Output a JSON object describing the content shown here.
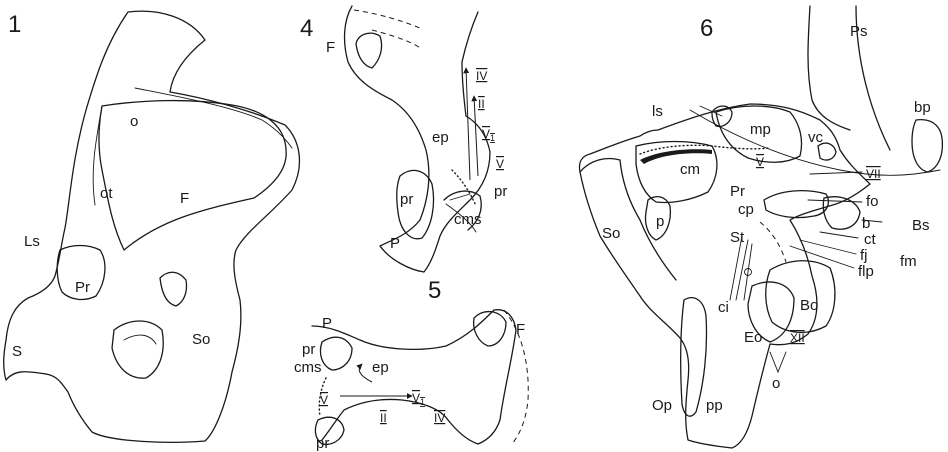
{
  "figures": {
    "f1": {
      "number": "1",
      "labels": {
        "o": "o",
        "ot": "ot",
        "F": "F",
        "Ls": "Ls",
        "Pr": "Pr",
        "S": "S",
        "So": "So"
      }
    },
    "f4": {
      "number": "4",
      "labels": {
        "F": "F",
        "IV": "IV",
        "II": "II",
        "V1": "V",
        "V1_sub": "1",
        "V": "V",
        "ep": "ep",
        "pr_a": "pr",
        "pr_b": "pr",
        "cms": "cms",
        "P": "P"
      }
    },
    "f5": {
      "number": "5",
      "labels": {
        "P": "P",
        "F": "F",
        "pr_a": "pr",
        "cms": "cms",
        "ep": "ep",
        "V": "V",
        "V1": "V",
        "V1_sub": "1",
        "II": "II",
        "IV": "IV",
        "pr_b": "pr"
      }
    },
    "f6": {
      "number": "6",
      "labels": {
        "Ps": "Ps",
        "bp": "bp",
        "ls": "ls",
        "mp": "mp",
        "vc": "vc",
        "cm": "cm",
        "V": "V",
        "Pr": "Pr",
        "VII": "VII",
        "fo": "fo",
        "cp": "cp",
        "b": "b",
        "Bs": "Bs",
        "So": "So",
        "p": "p",
        "St": "St",
        "ct": "ct",
        "fj": "fj",
        "flp": "flp",
        "fm": "fm",
        "ci": "ci",
        "Bo": "Bo",
        "Eo": "Eo",
        "XII": "XII",
        "o": "o",
        "Op": "Op",
        "pp": "pp"
      }
    }
  }
}
